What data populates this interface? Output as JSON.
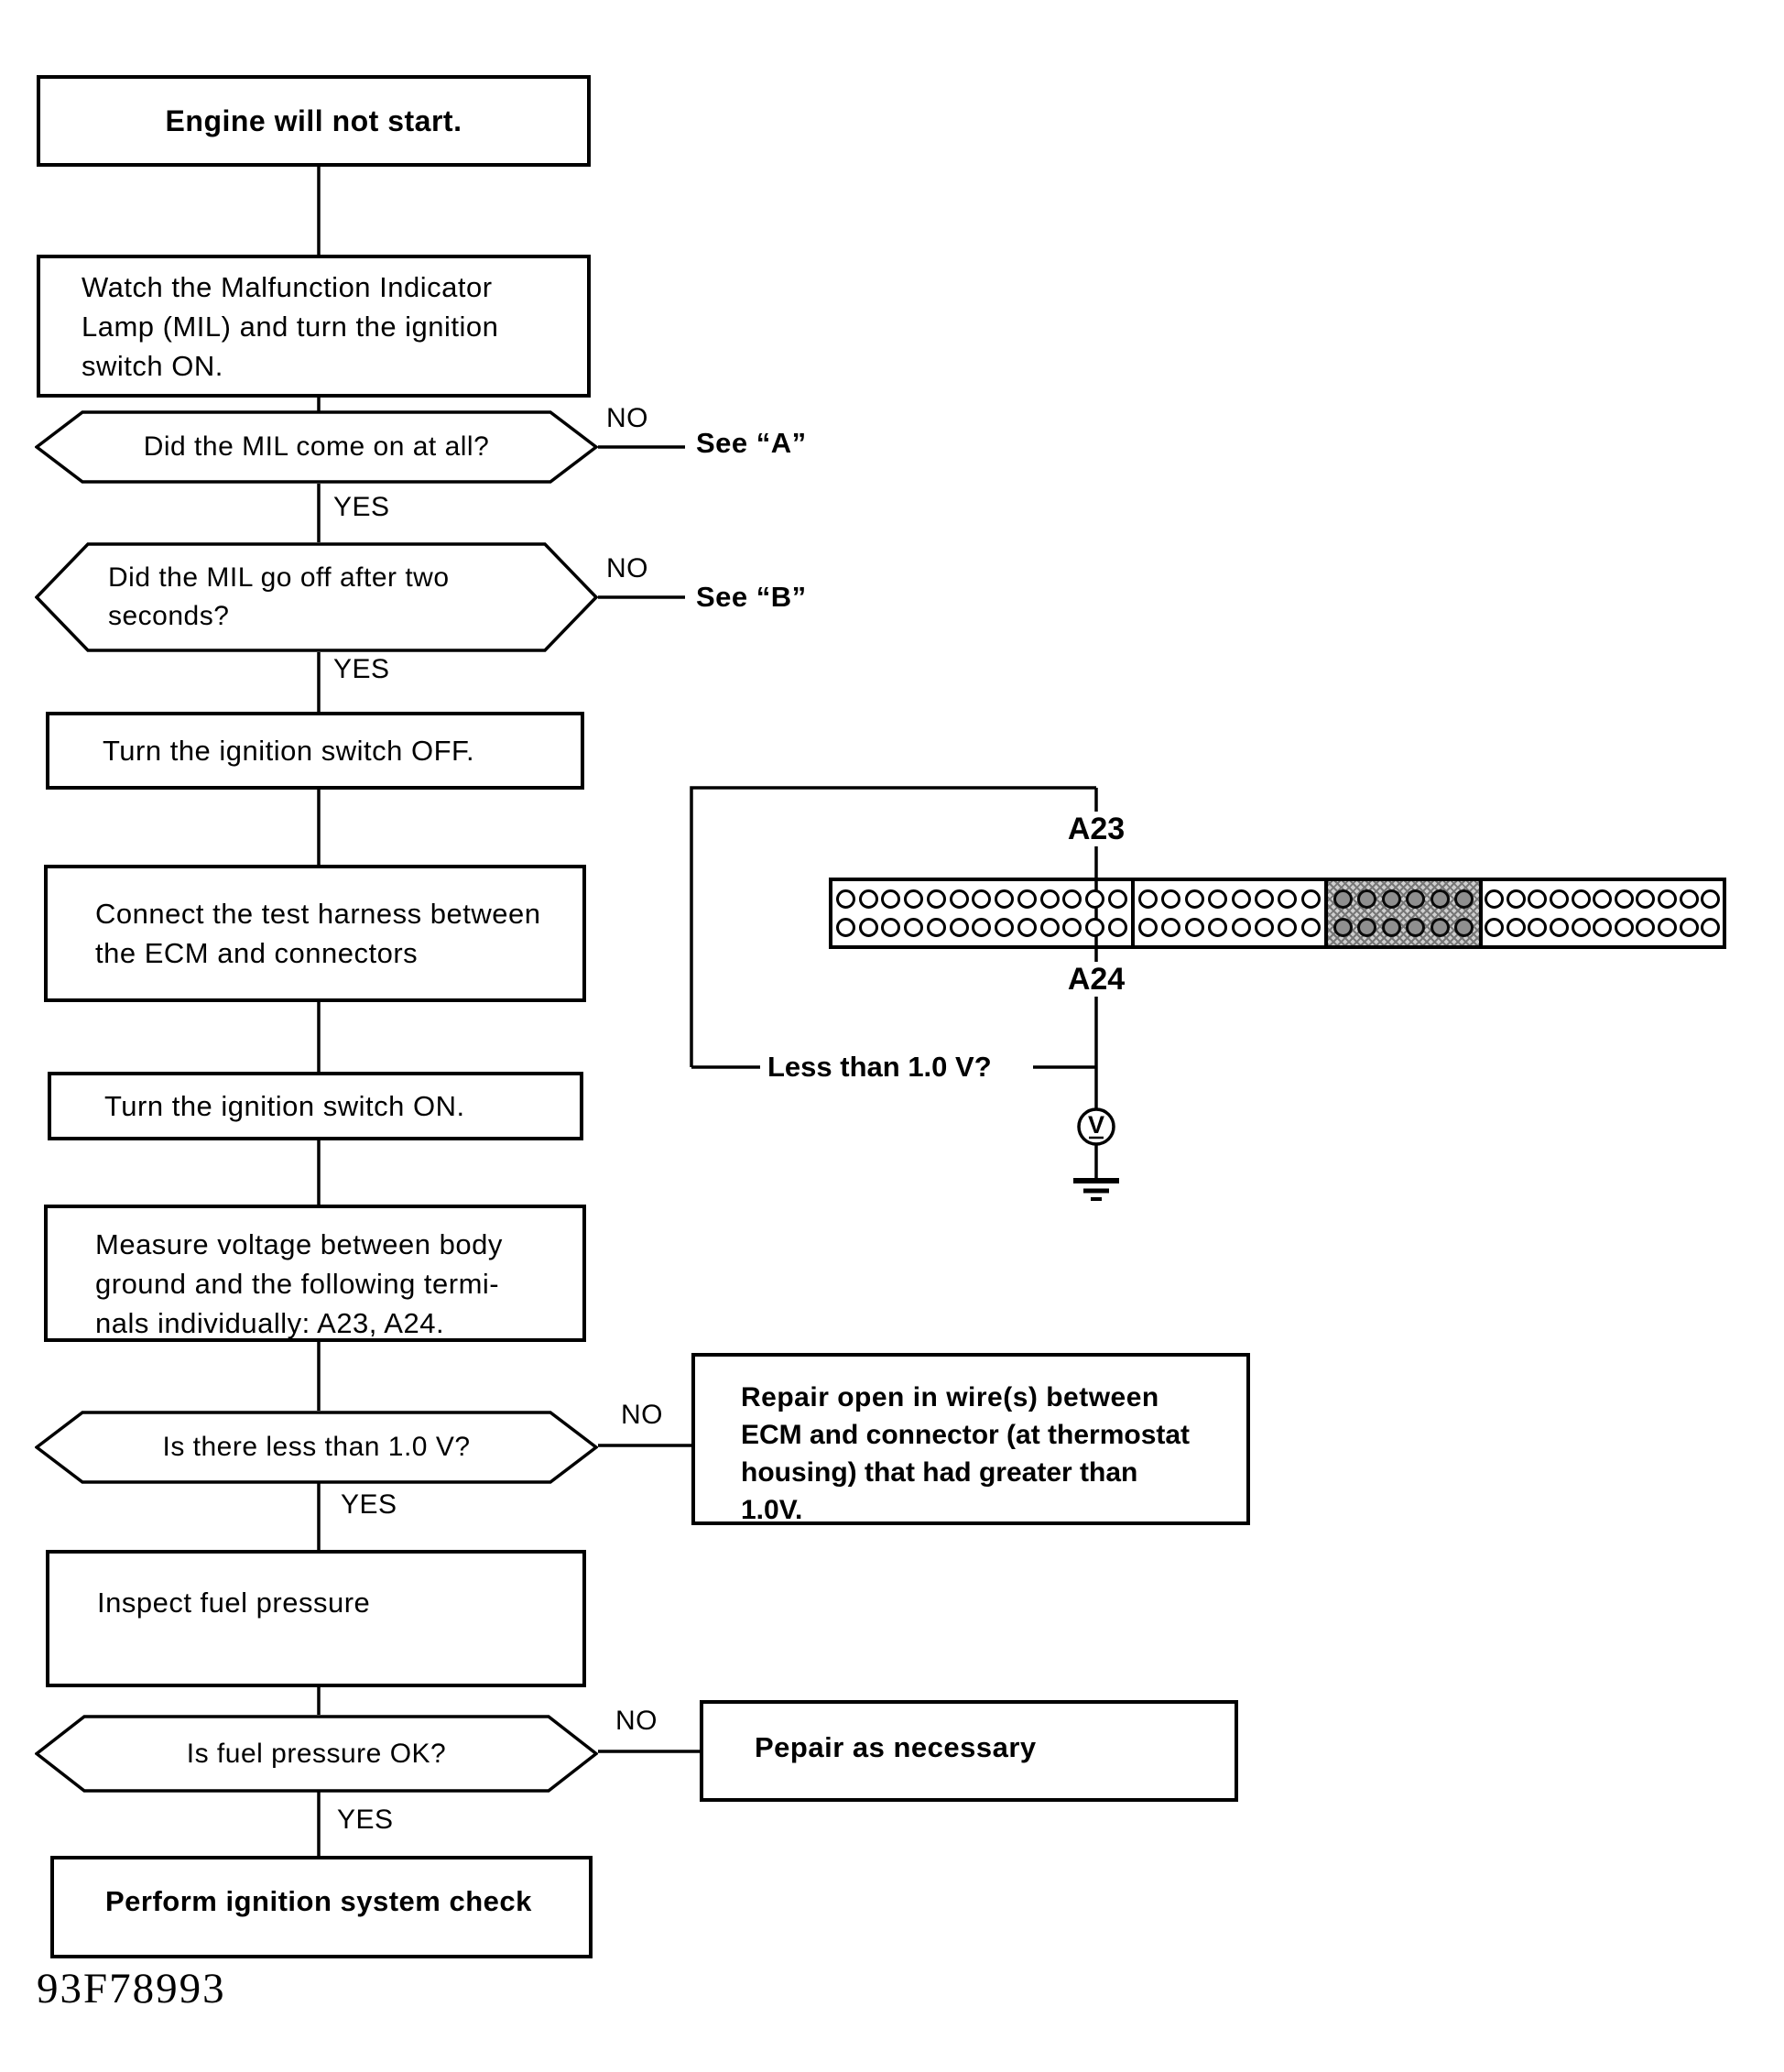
{
  "figure_id": "93F78993",
  "colors": {
    "ink": "#000000",
    "paper": "#ffffff",
    "shaded_section_fill": "#cfcfcf"
  },
  "flow": {
    "start": {
      "text": "Engine will not start."
    },
    "watch_mil": {
      "text": "Watch the Malfunction Indicator\nLamp (MIL) and turn the ignition\nswitch ON."
    },
    "q_mil_on": {
      "text": "Did the MIL come on at all?",
      "no_label": "NO",
      "no_target": "See “A”",
      "yes_label": "YES"
    },
    "q_mil_off": {
      "text": "Did the MIL go off after two\nseconds?",
      "no_label": "NO",
      "no_target": "See “B”",
      "yes_label": "YES"
    },
    "ignition_off": {
      "text": "Turn the ignition switch OFF."
    },
    "connect_harness": {
      "text": "Connect the test harness between\nthe ECM and connectors"
    },
    "ignition_on": {
      "text": "Turn the ignition switch ON."
    },
    "measure_voltage": {
      "text": "Measure voltage between body\nground and the following termi-\nnals individually: A23, A24."
    },
    "q_less_than_1v": {
      "text": "Is there less than 1.0 V?",
      "no_label": "NO",
      "yes_label": "YES"
    },
    "repair_open": {
      "line1": "Repair open in wire(s) between",
      "rest": "ECM and connector (at thermostat\nhousing) that had greater than\n1.0V."
    },
    "inspect_fuel": {
      "text": "Inspect fuel pressure"
    },
    "q_fuel_ok": {
      "text": "Is fuel pressure OK?",
      "no_label": "NO",
      "yes_label": "YES"
    },
    "repair_necessary": {
      "text": "Pepair as necessary"
    },
    "ignition_check": {
      "text": "Perform ignition system check"
    }
  },
  "connector_diagram": {
    "terminal_top": "A23",
    "terminal_bottom": "A24",
    "question": "Less than 1.0 V?",
    "voltmeter_label": "V",
    "sections": [
      {
        "pins_per_row": 13,
        "rows": 2,
        "shaded": false
      },
      {
        "pins_per_row": 8,
        "rows": 2,
        "shaded": false
      },
      {
        "pins_per_row": 6,
        "rows": 2,
        "shaded": true
      },
      {
        "pins_per_row": 11,
        "rows": 2,
        "shaded": false
      }
    ]
  }
}
